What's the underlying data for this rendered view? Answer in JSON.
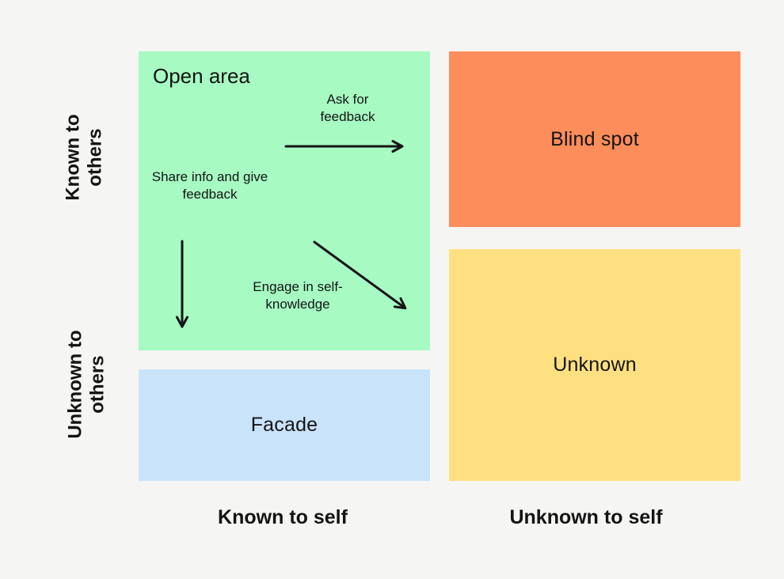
{
  "palette": {
    "background": "#f5f5f3",
    "text": "#141414",
    "open_area_green": "#a6fac2",
    "blind_spot_orange": "#fd8d5b",
    "unknown_yellow": "#ffe081",
    "facade_blue": "#c9e3fa",
    "arrow": "#141414"
  },
  "quadrants": {
    "open_area": {
      "label": "Open area"
    },
    "blind_spot": {
      "label": "Blind spot"
    },
    "unknown": {
      "label": "Unknown"
    },
    "facade": {
      "label": "Facade"
    }
  },
  "annotations": {
    "ask_for_feedback": "Ask for\nfeedback",
    "share_info": "Share info and give\nfeedback",
    "engage_self_knowledge": "Engage in self-\nknowledge"
  },
  "axes": {
    "left_top": "Known to\nothers",
    "left_bottom": "Unknown to\nothers",
    "bottom_left": "Known to self",
    "bottom_right": "Unknown to self"
  },
  "icons": {
    "right_arrow": "ask-for-feedback direction",
    "down_arrow": "share-info direction",
    "diagonal_arrow": "engage-self-knowledge direction"
  }
}
